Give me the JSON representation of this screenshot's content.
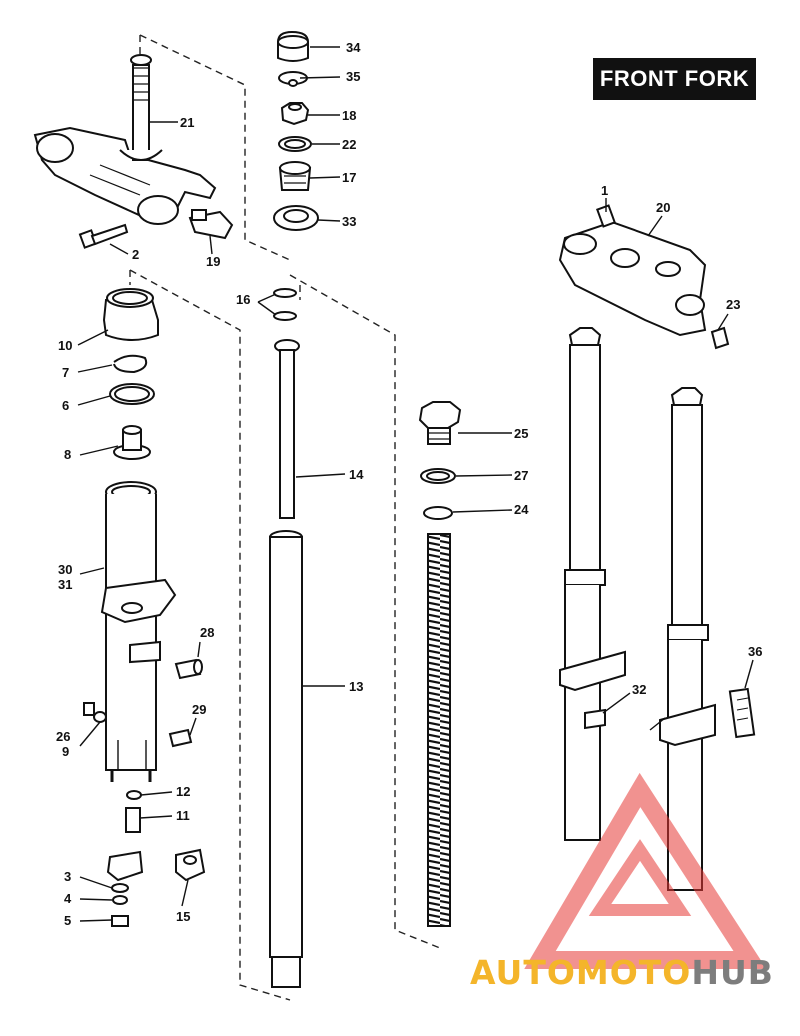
{
  "title": "FRONT FORK",
  "watermark": {
    "part1": "AUTOMOTO",
    "part2": "HUB",
    "accent": "#f4b52a",
    "secondary": "#7d7d7d",
    "logo_color": "#e53935"
  },
  "callouts": [
    "34",
    "35",
    "18",
    "22",
    "17",
    "33",
    "21",
    "2",
    "19",
    "16",
    "10",
    "7",
    "6",
    "8",
    "14",
    "25",
    "27",
    "24",
    "30",
    "31",
    "28",
    "13",
    "26",
    "9",
    "29",
    "12",
    "11",
    "3",
    "4",
    "5",
    "15",
    "1",
    "20",
    "23",
    "32",
    "36"
  ]
}
